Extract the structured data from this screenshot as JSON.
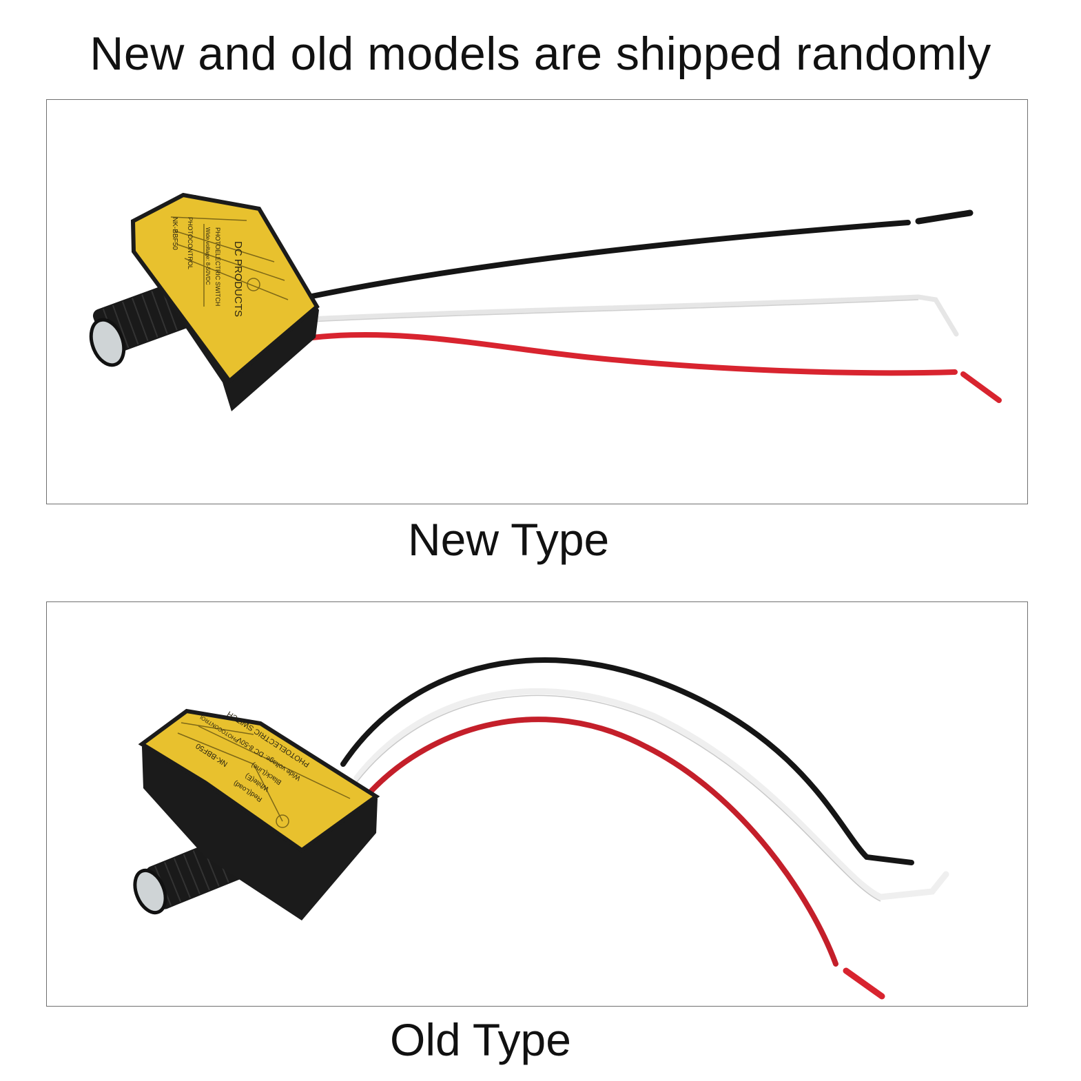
{
  "headline": "New and old models are shipped randomly",
  "panels": [
    {
      "caption": "New Type",
      "label_lines": [
        "DC PRODUCTS",
        "PHOTOELECTRIC SWITCH",
        "Wide voltage: 8-50VDC",
        "PHOTOCONTROL",
        "NK-BBF50"
      ],
      "wires": [
        "black",
        "white",
        "red"
      ]
    },
    {
      "caption": "Old Type",
      "label_lines": [
        "PHOTOELECTRIC SWITCH",
        "Wide voltage: DC 8-50V",
        "PHOTOCONTROL",
        "Black(Line)",
        "White(E)",
        "Red(Load)",
        "NK-BBF50"
      ],
      "wires": [
        "black",
        "white",
        "red"
      ]
    }
  ],
  "colors": {
    "housing_yellow": "#e8c12e",
    "housing_black": "#1b1b1b",
    "wire_black": "#151515",
    "wire_white": "#f3f3f3",
    "wire_red": "#d8242f",
    "frame": "#6f6f6f"
  }
}
